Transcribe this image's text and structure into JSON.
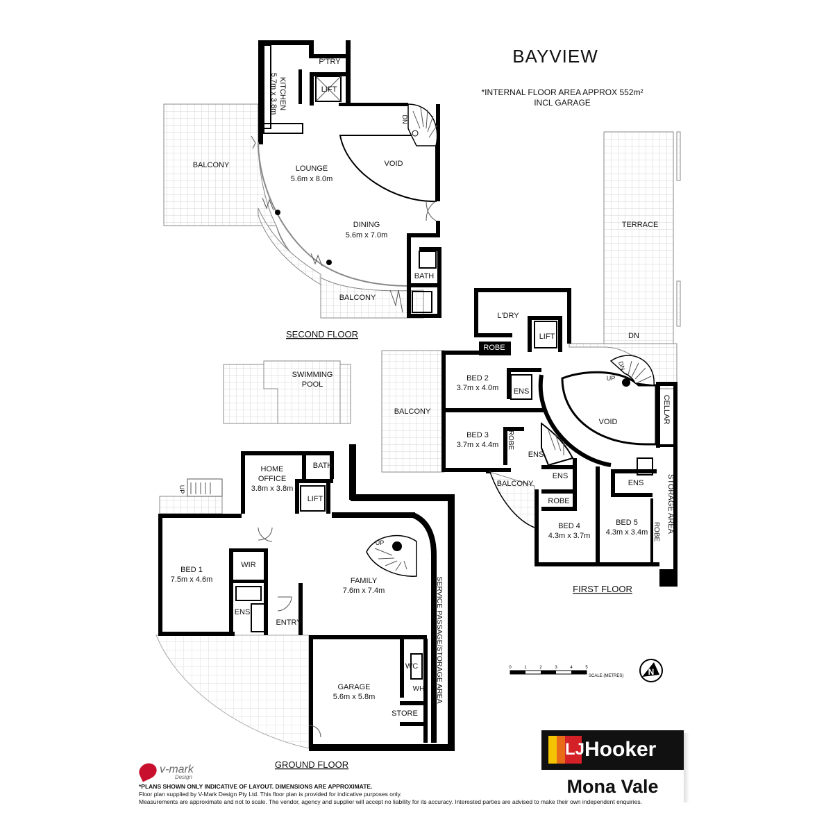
{
  "header": {
    "title": "BAYVIEW",
    "area_line1": "*INTERNAL FLOOR AREA APPROX 552m²",
    "area_line2": "INCL GARAGE"
  },
  "floors": {
    "second": "SECOND FLOOR",
    "first": "FIRST FLOOR",
    "ground": "GROUND FLOOR"
  },
  "second_floor_rooms": {
    "pantry": "P'TRY",
    "lift": "LIFT",
    "kitchen": "KITCHEN",
    "kitchen_dims": "5.7m x 3.8m",
    "balcony_west": "BALCONY",
    "lounge": "LOUNGE",
    "lounge_dims": "5.6m x 8.0m",
    "void": "VOID",
    "dining": "DINING",
    "dining_dims": "5.6m x 7.0m",
    "bath": "BATH",
    "balcony_south": "BALCONY",
    "stair_dn": "DN"
  },
  "first_floor_rooms": {
    "terrace": "TERRACE",
    "laundry": "L'DRY",
    "robe": "ROBE",
    "lift": "LIFT",
    "dn_terrace": "DN",
    "dn_stair": "DN",
    "up_stair": "UP",
    "bed2": "BED 2",
    "bed2_dims": "3.7m x 4.0m",
    "ens_bed2": "ENS",
    "balcony": "BALCONY",
    "void": "VOID",
    "cellar": "CELLAR",
    "bed3": "BED 3",
    "bed3_dims": "3.7m x 4.4m",
    "robe_bed3": "ROBE",
    "ens_bed3": "ENS",
    "balcony_small": "BALCONY",
    "ens_bed4": "ENS",
    "robe_bed4": "ROBE",
    "ens_bed5": "ENS",
    "storage": "STORAGE AREA",
    "bed4": "BED 4",
    "bed4_dims": "4.3m x 3.7m",
    "bed5": "BED 5",
    "bed5_dims": "4.3m x 3.4m",
    "robe_bed5": "ROBE"
  },
  "ground_floor_rooms": {
    "pool_line1": "SWIMMING",
    "pool_line2": "POOL",
    "up_steps": "UP",
    "home_office": "HOME",
    "home_office_2": "OFFICE",
    "home_office_dims": "3.8m x 3.8m",
    "bath": "BATH",
    "lift": "LIFT",
    "bed1": "BED 1",
    "bed1_dims": "7.5m x 4.6m",
    "wir": "WIR",
    "ens": "ENS",
    "family": "FAMILY",
    "family_dims": "7.6m x 7.4m",
    "up_stair": "UP",
    "entry": "ENTRY",
    "service": "SERVICE PASSAGE/STORAGE AREA",
    "garage": "GARAGE",
    "garage_dims": "5.6m x 5.8m",
    "wc": "WC",
    "wh": "WH",
    "store": "STORE"
  },
  "scale": {
    "ticks": [
      "0",
      "1",
      "2",
      "3",
      "4",
      "5"
    ],
    "label": "SCALE (METRES)"
  },
  "compass": {
    "letter": "N"
  },
  "brand": {
    "logo_letters": "LJ",
    "name": "Hooker",
    "branch": "Mona Vale"
  },
  "designer": {
    "name": "v-mark",
    "sub": "Design"
  },
  "disclaimer": {
    "line1": "*PLANS SHOWN ONLY INDICATIVE OF LAYOUT. DIMENSIONS ARE APPROXIMATE.",
    "line2": "Floor plan supplied by V-Mark Design Pty Ltd. This floor plan is provided for indicative purposes only.",
    "line3": "Measurements are approximate and not to scale. The vendor, agency and supplier will accept no liability for its accuracy. Interested parties are advised to make their own independent enquiries."
  }
}
